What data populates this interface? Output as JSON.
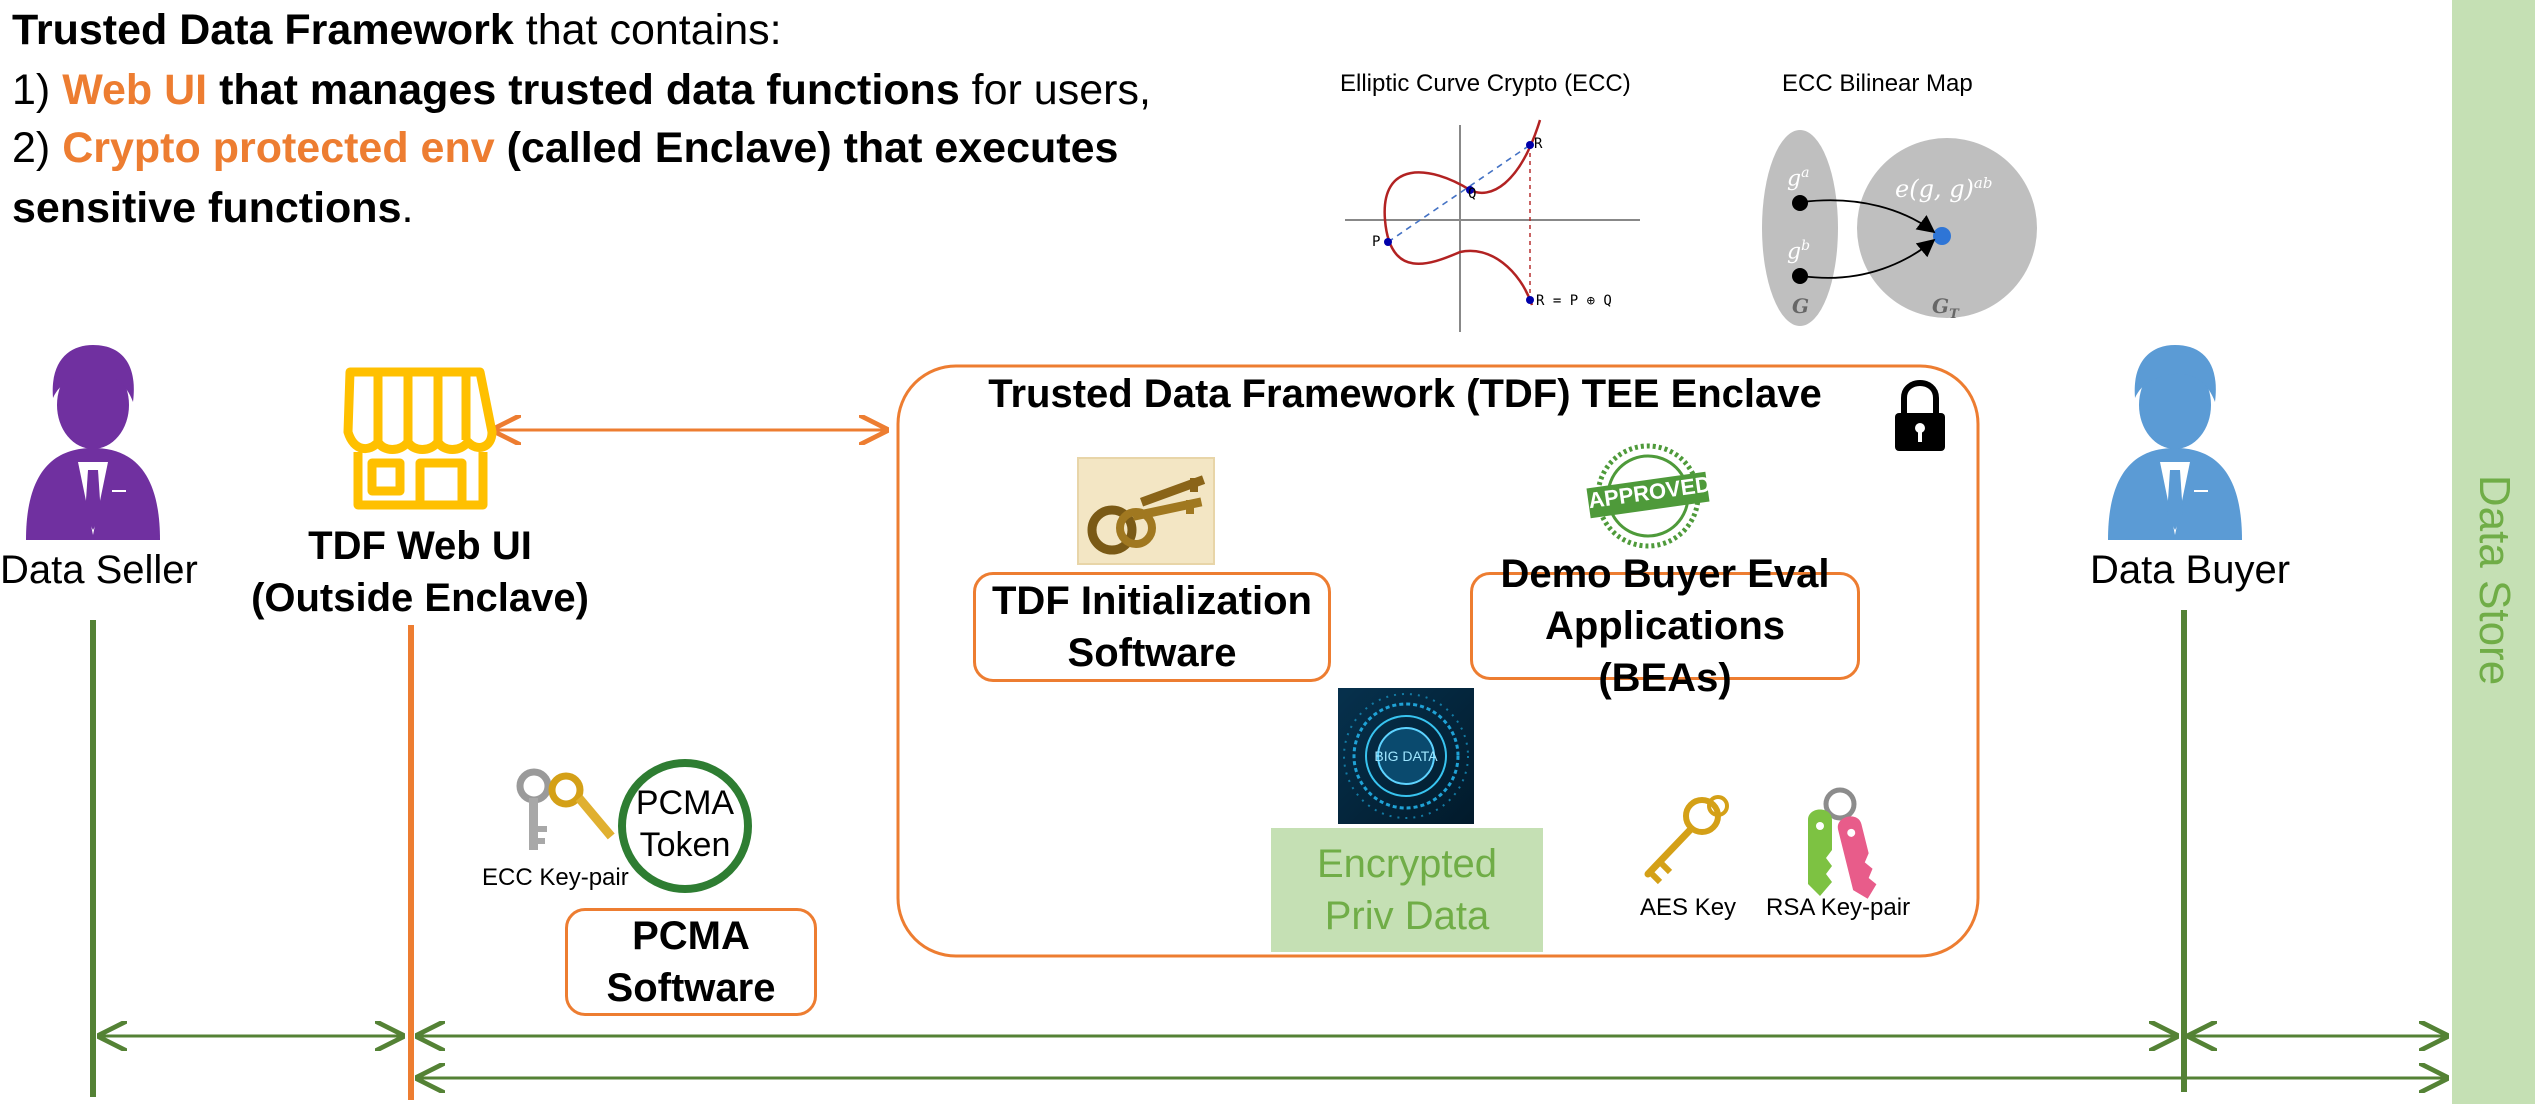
{
  "header": {
    "line1_bold": "Trusted Data Framework",
    "line1_rest": " that contains:",
    "line2_num": "1) ",
    "line2_orange": "Web UI",
    "line2_bold": " that manages trusted data functions",
    "line2_rest": " for users,",
    "line3_num": "2) ",
    "line3_orange": "Crypto protected env",
    "line3_bold": " (called Enclave) that executes",
    "line4_bold": "sensitive functions",
    "line4_rest": "."
  },
  "ecc": {
    "title": "Elliptic Curve Crypto (ECC)",
    "p": "P",
    "q": "Q",
    "r": "R",
    "sum": "R = P ⊕ Q"
  },
  "bilinear": {
    "title": "ECC Bilinear Map",
    "ga": "g",
    "ga_sup": "a",
    "gb": "g",
    "gb_sup": "b",
    "pair": "e(g, g)",
    "pair_sup": "ab",
    "G": "G",
    "GT": "G",
    "GT_sub": "T"
  },
  "actors": {
    "seller": "Data Seller",
    "buyer": "Data Buyer",
    "webui_line1": "TDF Web UI",
    "webui_line2": "(Outside Enclave)"
  },
  "enclave": {
    "title": "Trusted Data Framework (TDF) TEE Enclave",
    "init_line1": "TDF Initialization",
    "init_line2": "Software",
    "bea_line1": "Demo Buyer Eval",
    "bea_line2": "Applications (BEAs)",
    "approved_stamp": "APPROVED",
    "bigdata_label": "BIG DATA",
    "encrypted_line1": "Encrypted",
    "encrypted_line2": "Priv Data",
    "aes_key": "AES Key",
    "rsa_key": "RSA Key-pair"
  },
  "pcma": {
    "token_line1": "PCMA",
    "token_line2": "Token",
    "ecc_keypair": "ECC Key-pair",
    "software_line1": "PCMA",
    "software_line2": "Software"
  },
  "datastore": {
    "label": "Data Store"
  },
  "colors": {
    "orange": "#ED7D31",
    "green": "#548235",
    "datastore_fill": "#C5E0B4",
    "datastore_text": "#70AD47",
    "seller_purple": "#7030A0",
    "buyer_blue": "#5B9BD5",
    "store_yellow": "#FFC000",
    "encrypted_fill": "#C5E0B4"
  }
}
